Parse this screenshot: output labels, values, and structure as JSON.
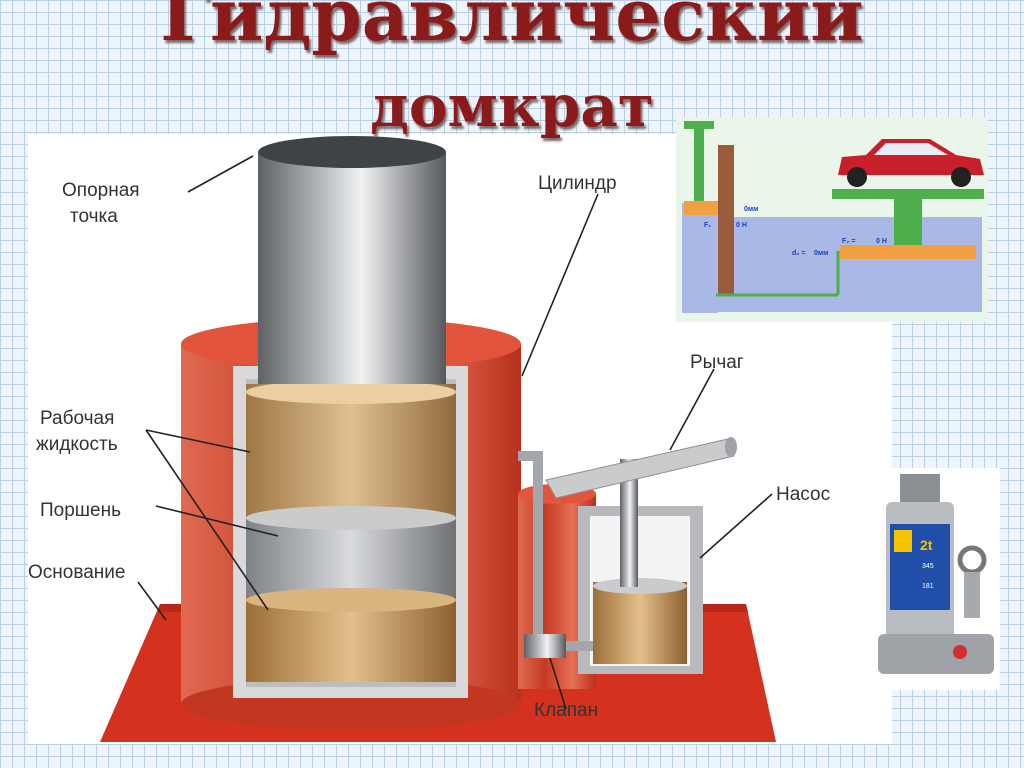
{
  "title": {
    "line1": "Гидравлический",
    "line2": "домкрат"
  },
  "labels": {
    "support_point": [
      "Опорная",
      "точка"
    ],
    "cylinder": "Цилиндр",
    "lever": "Рычаг",
    "working_fluid": [
      "Рабочая",
      "жидкость"
    ],
    "piston": "Поршень",
    "pump": "Насос",
    "base": "Основание",
    "valve": "Клапан"
  },
  "simulation": {
    "d1": "0мм",
    "f1_label": "F₁",
    "f1": "0 Н",
    "d2_label": "d₂ =",
    "d2": "0мм",
    "f2_label": "F₂ =",
    "f2": "0 Н"
  },
  "photo": {
    "badge": "2t",
    "small1": "345",
    "small2": "181"
  },
  "colors": {
    "title": "#8b1a1a",
    "housing": "#d8422e",
    "fluid": "#c9a06a",
    "steel": "#8a8d91",
    "grid": "#b9cfe6"
  }
}
